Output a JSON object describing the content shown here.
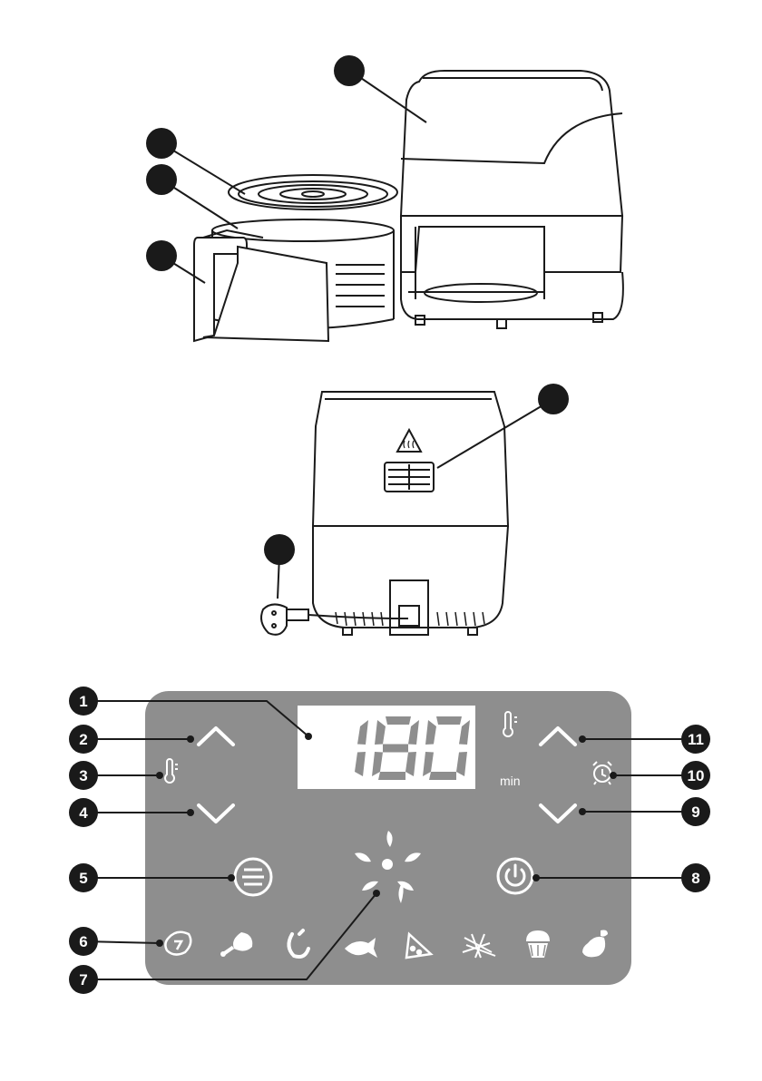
{
  "diagram": {
    "colors": {
      "panel": "#8e8e8e",
      "ink": "#1a1a1a",
      "white": "#ffffff"
    },
    "display": {
      "value": "180",
      "unit_label": "min"
    },
    "callouts": [
      {
        "number": "1",
        "target": "display-screen"
      },
      {
        "number": "2",
        "target": "temperature-up-button"
      },
      {
        "number": "3",
        "target": "temperature-indicator-icon"
      },
      {
        "number": "4",
        "target": "temperature-down-button"
      },
      {
        "number": "5",
        "target": "menu-button"
      },
      {
        "number": "6",
        "target": "preset-programs-row"
      },
      {
        "number": "7",
        "target": "fan-indicator"
      },
      {
        "number": "8",
        "target": "power-button"
      },
      {
        "number": "9",
        "target": "time-down-button"
      },
      {
        "number": "10",
        "target": "timer-indicator-icon"
      },
      {
        "number": "11",
        "target": "time-up-button"
      }
    ],
    "presets": [
      {
        "name": "steak-icon"
      },
      {
        "name": "chicken-leg-icon"
      },
      {
        "name": "shrimp-icon"
      },
      {
        "name": "fish-icon"
      },
      {
        "name": "pizza-icon"
      },
      {
        "name": "fries-icon"
      },
      {
        "name": "cake-icon"
      },
      {
        "name": "vegetable-icon"
      }
    ]
  }
}
